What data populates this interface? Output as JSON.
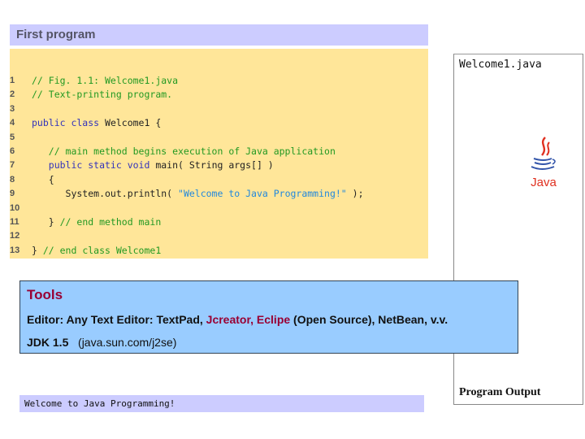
{
  "slide": {
    "title": "First program"
  },
  "code": {
    "lines": [
      {
        "n": "1",
        "tokens": [
          {
            "t": "comment",
            "v": "// Fig. 1.1: Welcome1.java"
          }
        ]
      },
      {
        "n": "2",
        "tokens": [
          {
            "t": "comment",
            "v": "// Text-printing program."
          }
        ]
      },
      {
        "n": "3",
        "tokens": []
      },
      {
        "n": "4",
        "tokens": [
          {
            "t": "keyword",
            "v": "public class "
          },
          {
            "t": "plain",
            "v": "Welcome1 {"
          }
        ]
      },
      {
        "n": "5",
        "tokens": []
      },
      {
        "n": "6",
        "tokens": [
          {
            "t": "comment",
            "v": "   // main method begins execution of Java application"
          }
        ]
      },
      {
        "n": "7",
        "tokens": [
          {
            "t": "keyword",
            "v": "   public static void "
          },
          {
            "t": "plain",
            "v": "main( String args[] )"
          }
        ]
      },
      {
        "n": "8",
        "tokens": [
          {
            "t": "plain",
            "v": "   {"
          }
        ]
      },
      {
        "n": "9",
        "tokens": [
          {
            "t": "plain",
            "v": "      System.out.println( "
          },
          {
            "t": "string",
            "v": "\"Welcome to Java Programming!\""
          },
          {
            "t": "plain",
            "v": " );"
          }
        ]
      },
      {
        "n": "10",
        "tokens": []
      },
      {
        "n": "11",
        "tokens": [
          {
            "t": "plain",
            "v": "   } "
          },
          {
            "t": "comment",
            "v": "// end method main"
          }
        ]
      },
      {
        "n": "12",
        "tokens": []
      },
      {
        "n": "13",
        "tokens": [
          {
            "t": "plain",
            "v": "} "
          },
          {
            "t": "comment",
            "v": "// end class Welcome1"
          }
        ]
      }
    ]
  },
  "side_panel": {
    "file_name": "Welcome1.java",
    "logo_text": "Java",
    "output_label": "Program Output"
  },
  "tools": {
    "title": "Tools",
    "editor_prefix": "Editor: Any Text Editor: TextPad, ",
    "editor_highlight": "Jcreator, Eclipe",
    "editor_suffix": " (Open Source), NetBean, v.v.",
    "jdk_label": "JDK 1.5",
    "jdk_link": "(java.sun.com/j2se)"
  },
  "output": {
    "text": "Welcome to Java Programming!"
  },
  "colors": {
    "title_bg": "#ccccff",
    "code_bg": "#ffe699",
    "comment": "#229922",
    "keyword": "#3333bb",
    "string": "#2288dd",
    "tools_bg": "#99ccff",
    "highlight": "#990033"
  }
}
